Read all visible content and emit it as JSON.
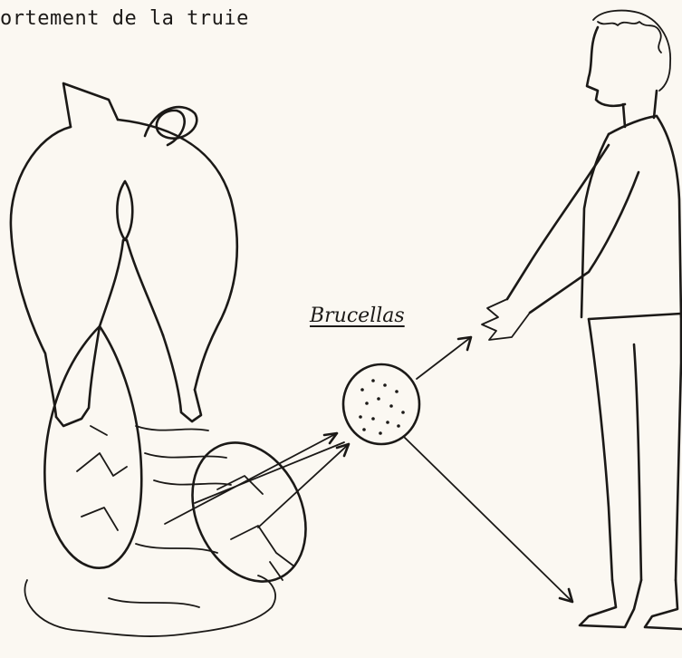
{
  "caption": "ortement de la truie",
  "pathogen_label": "Brucellas",
  "icons": {
    "sow": "sow-rear-view-drawing",
    "person": "standing-person-drawing",
    "bacteria": "bacteria-cluster-circle"
  }
}
